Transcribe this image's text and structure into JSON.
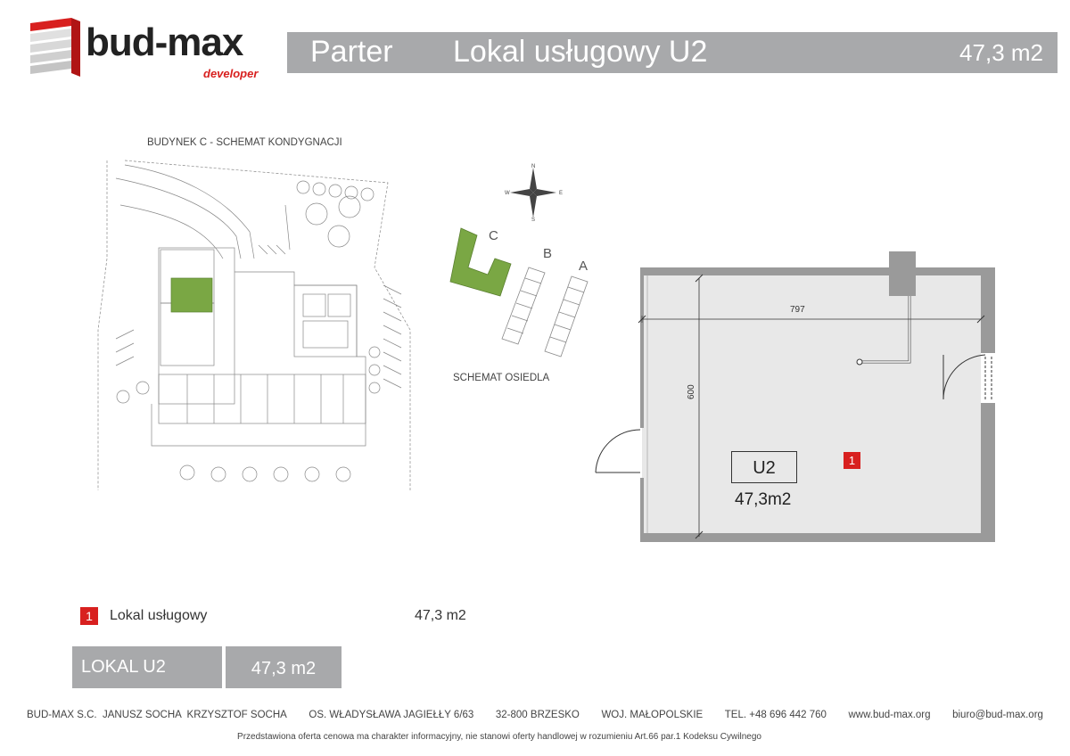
{
  "brand": {
    "name": "bud-max",
    "subtitle": "developer"
  },
  "header": {
    "floor": "Parter",
    "unit_title": "Lokal usługowy U2",
    "area": "47,3 m2"
  },
  "site_plan": {
    "caption": "BUDYNEK C - SCHEMAT KONDYGNACJI"
  },
  "estate_scheme": {
    "caption": "SCHEMAT OSIEDLA",
    "compass": {
      "n": "N",
      "s": "S",
      "e": "E",
      "w": "W"
    },
    "buildings": [
      "C",
      "B",
      "A"
    ]
  },
  "floor_plan": {
    "width_dim": "797",
    "height_dim": "600",
    "room_code": "U2",
    "room_area": "47,3m2",
    "room_number": "1"
  },
  "legend": {
    "items": [
      {
        "number": "1",
        "label": "Lokal usługowy",
        "area": "47,3 m2"
      }
    ]
  },
  "summary": {
    "label": "LOKAL U2",
    "area": "47,3 m2"
  },
  "footer": {
    "company": "BUD-MAX S.C.  JANUSZ SOCHA  KRZYSZTOF SOCHA",
    "address": "OS. WŁADYSŁAWA JAGIEŁŁY 6/63",
    "postal": "32-800 BRZESKO",
    "region": "WOJ. MAŁOPOLSKIE",
    "phone": "TEL. +48 696 442 760",
    "website": "www.bud-max.org",
    "email": "biuro@bud-max.org",
    "disclaimer": "Przedstawiona oferta cenowa ma charakter informacyjny, nie stanowi oferty handlowej w rozumieniu Art.66 par.1 Kodeksu Cywilnego"
  },
  "colors": {
    "accent_red": "#d8201f",
    "header_gray": "#a8a9ab",
    "highlight_green": "#7aa744"
  }
}
